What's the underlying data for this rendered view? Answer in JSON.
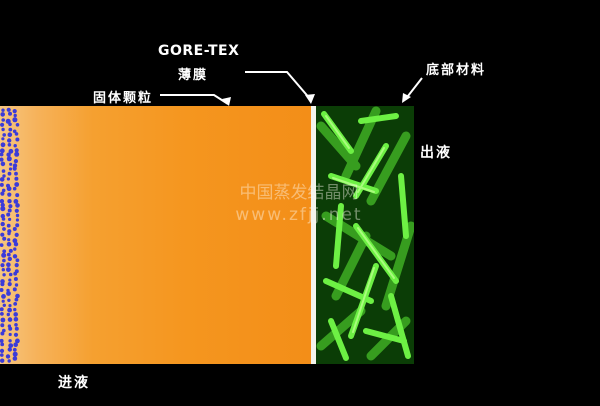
{
  "labels": {
    "gore_tex": "GORE-TEX",
    "membrane": "薄膜",
    "solid_particles": "固体颗粒",
    "base_material": "底部材料",
    "outflow": "出液",
    "inflow": "进液"
  },
  "watermark": {
    "line1": "中国蒸发结晶网",
    "line2": "www.zfjj.net"
  },
  "colors": {
    "background": "#000000",
    "filter_cake": "#f5961f",
    "membrane": "#f4f4ec",
    "substrate_fiber": "#5fe03a",
    "particle": "#3b3bd9"
  }
}
